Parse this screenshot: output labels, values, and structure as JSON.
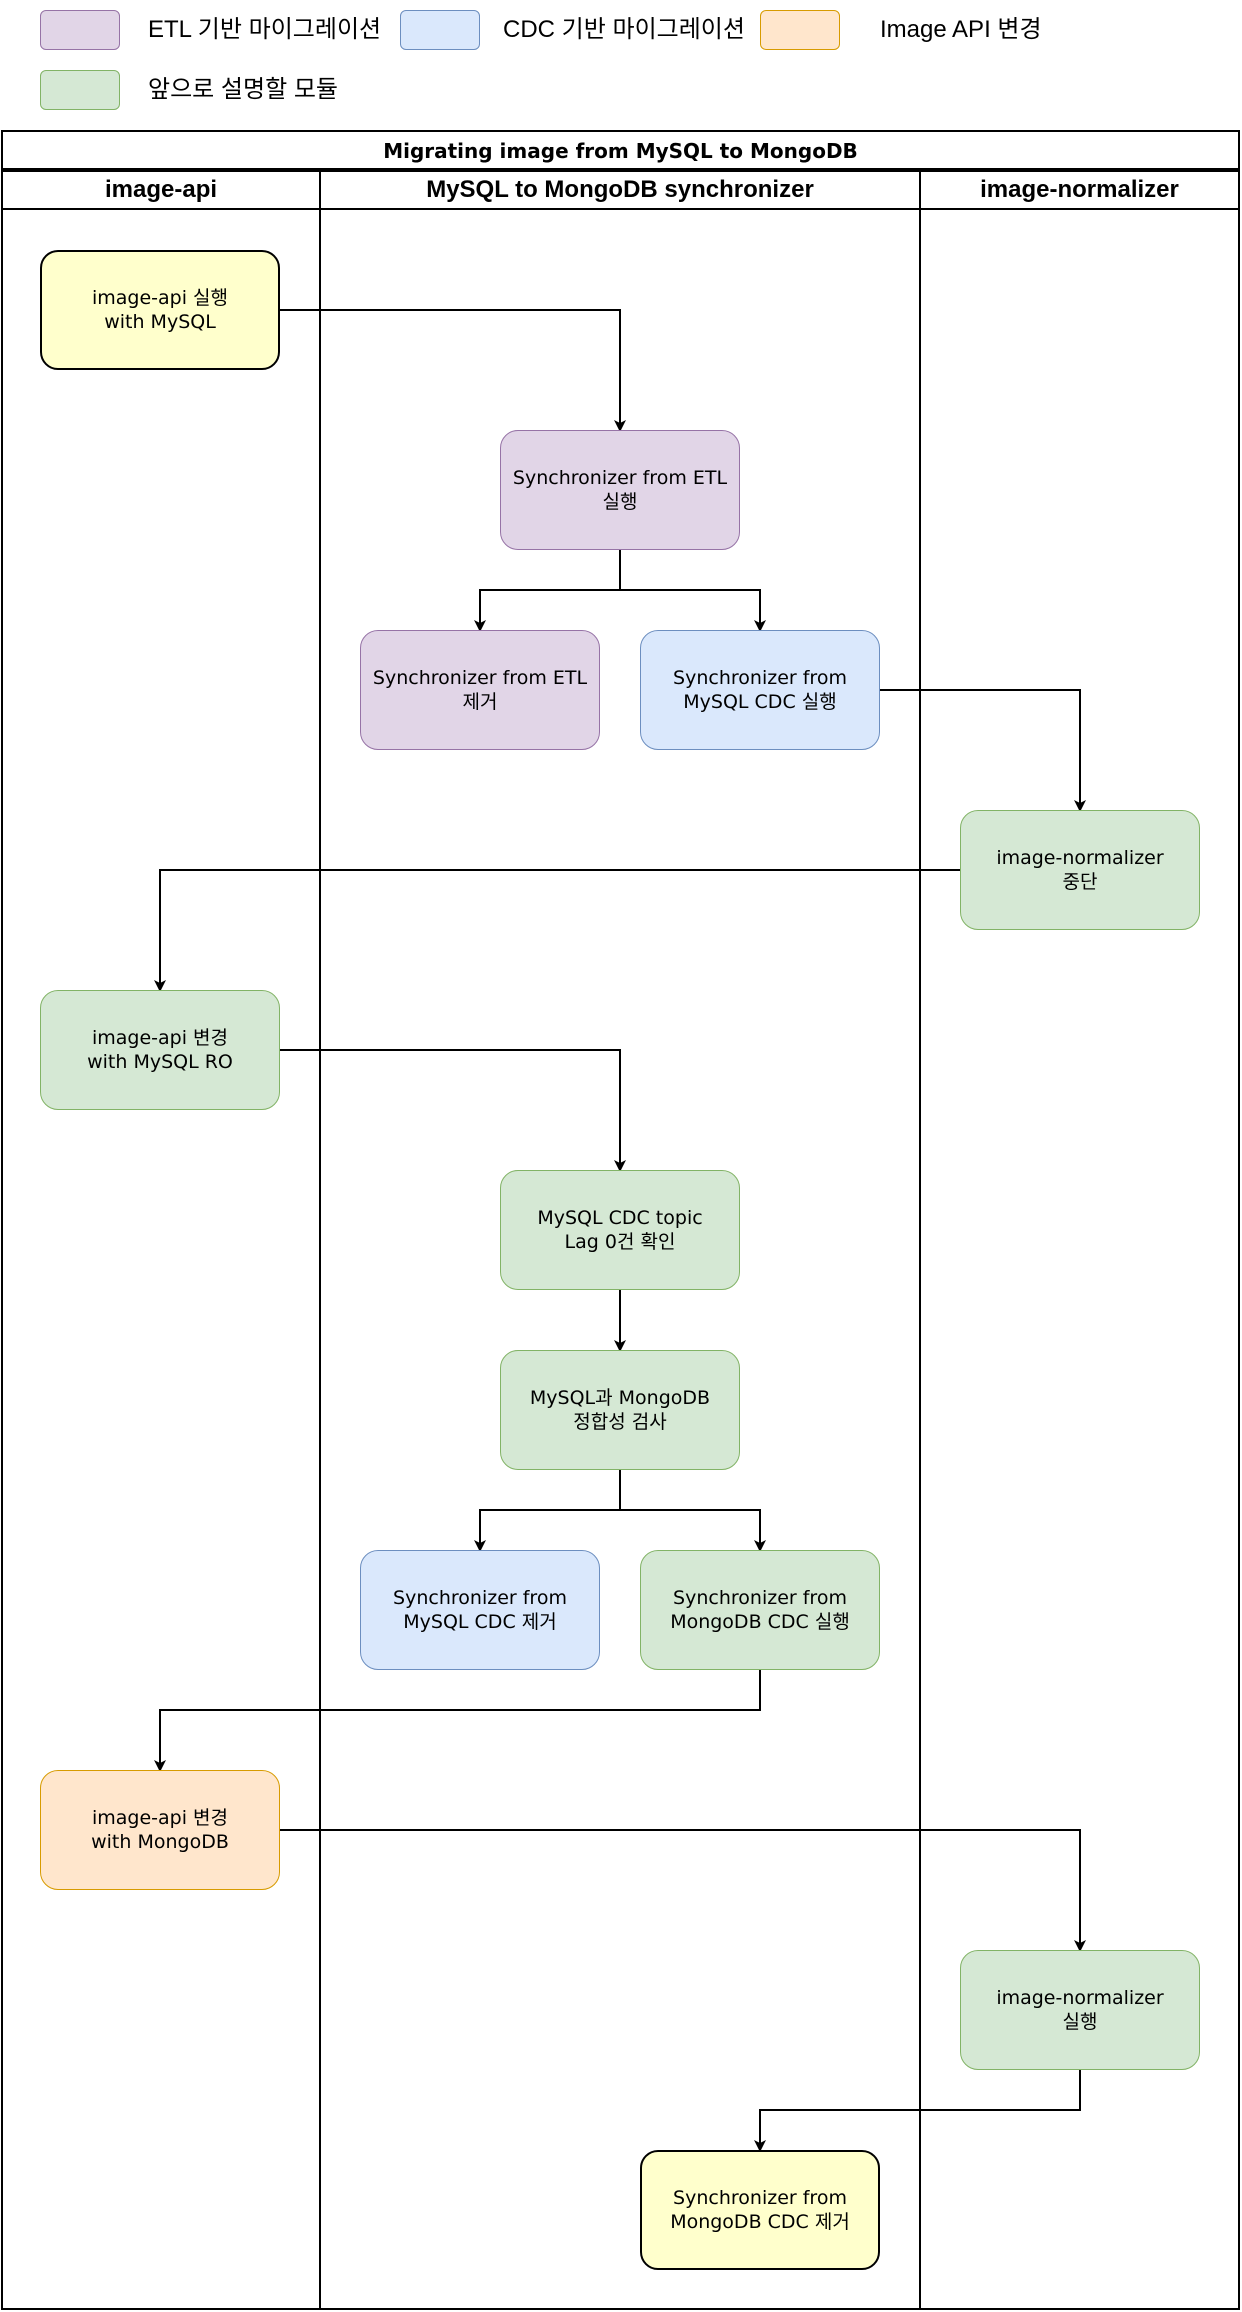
{
  "legend": [
    {
      "label": "ETL 기반 마이그레이션",
      "fill": "#e1d5e7",
      "stroke": "#9673a6"
    },
    {
      "label": "CDC 기반 마이그레이션",
      "fill": "#dae8fc",
      "stroke": "#6c8ebf"
    },
    {
      "label": "Image API 변경",
      "fill": "#ffe6cc",
      "stroke": "#d79b00"
    },
    {
      "label": "앞으로 설명할 모듈",
      "fill": "#d5e8d4",
      "stroke": "#82b366"
    }
  ],
  "pool": {
    "title": "Migrating image from MySQL to MongoDB"
  },
  "lanes": [
    {
      "label": "image-api"
    },
    {
      "label": "MySQL to MongoDB synchronizer"
    },
    {
      "label": "image-normalizer"
    }
  ],
  "nodes": [
    {
      "id": "api_mysql",
      "text": "image-api 실행\nwith MySQL",
      "color_key": "base"
    },
    {
      "id": "sync_etl_run",
      "text": "Synchronizer from ETL\n실행",
      "color_key": "etl"
    },
    {
      "id": "sync_etl_remove",
      "text": "Synchronizer from ETL\n제거",
      "color_key": "etl"
    },
    {
      "id": "sync_mysql_cdc_run",
      "text": "Synchronizer from\nMySQL CDC 실행",
      "color_key": "cdc"
    },
    {
      "id": "normalizer_stop",
      "text": "image-normalizer\n중단",
      "color_key": "new"
    },
    {
      "id": "api_mysql_ro",
      "text": "image-api 변경\nwith MySQL RO",
      "color_key": "new"
    },
    {
      "id": "cdc_lag_check",
      "text": "MySQL CDC topic\nLag 0건 확인",
      "color_key": "new"
    },
    {
      "id": "consistency_check",
      "text": "MySQL과 MongoDB\n정합성 검사",
      "color_key": "new"
    },
    {
      "id": "sync_mysql_cdc_remove",
      "text": "Synchronizer from\nMySQL CDC 제거",
      "color_key": "cdc"
    },
    {
      "id": "sync_mongo_cdc_run",
      "text": "Synchronizer from\nMongoDB CDC 실행",
      "color_key": "new"
    },
    {
      "id": "api_mongo",
      "text": "image-api 변경\nwith MongoDB",
      "color_key": "api"
    },
    {
      "id": "normalizer_run",
      "text": "image-normalizer\n실행",
      "color_key": "new"
    },
    {
      "id": "sync_mongo_cdc_remove",
      "text": "Synchronizer from\nMongoDB CDC 제거",
      "color_key": "base"
    }
  ],
  "edges": [
    {
      "from": "api_mysql",
      "to": "sync_etl_run"
    },
    {
      "from": "sync_etl_run",
      "to": "sync_etl_remove"
    },
    {
      "from": "sync_etl_run",
      "to": "sync_mysql_cdc_run"
    },
    {
      "from": "sync_mysql_cdc_run",
      "to": "normalizer_stop"
    },
    {
      "from": "normalizer_stop",
      "to": "api_mysql_ro"
    },
    {
      "from": "api_mysql_ro",
      "to": "cdc_lag_check"
    },
    {
      "from": "cdc_lag_check",
      "to": "consistency_check"
    },
    {
      "from": "consistency_check",
      "to": "sync_mysql_cdc_remove"
    },
    {
      "from": "consistency_check",
      "to": "sync_mongo_cdc_run"
    },
    {
      "from": "sync_mongo_cdc_run",
      "to": "api_mongo"
    },
    {
      "from": "api_mongo",
      "to": "normalizer_run"
    },
    {
      "from": "normalizer_run",
      "to": "sync_mongo_cdc_remove"
    }
  ]
}
